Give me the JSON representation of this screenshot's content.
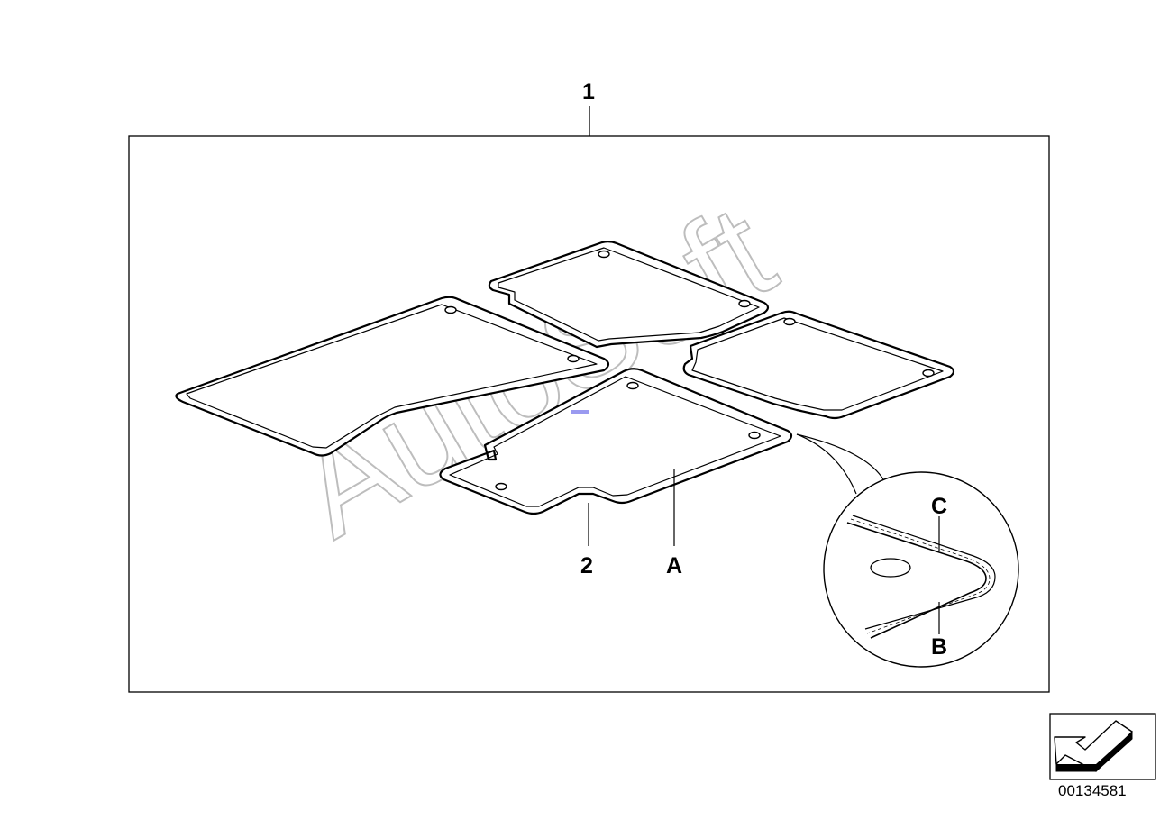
{
  "callouts": {
    "assembly": "1",
    "mat_part": "2",
    "surface": "A",
    "edge_bottom": "B",
    "edge_top": "C"
  },
  "watermark": "AutoSoft",
  "document_number": "00134581",
  "icons": {
    "orientation": "direction-arrow-icon",
    "detail": "magnifier-detail-icon"
  },
  "colors": {
    "line": "#000000",
    "watermark": "#bdbdbd",
    "marker": "#9a9af0",
    "background": "#ffffff"
  }
}
